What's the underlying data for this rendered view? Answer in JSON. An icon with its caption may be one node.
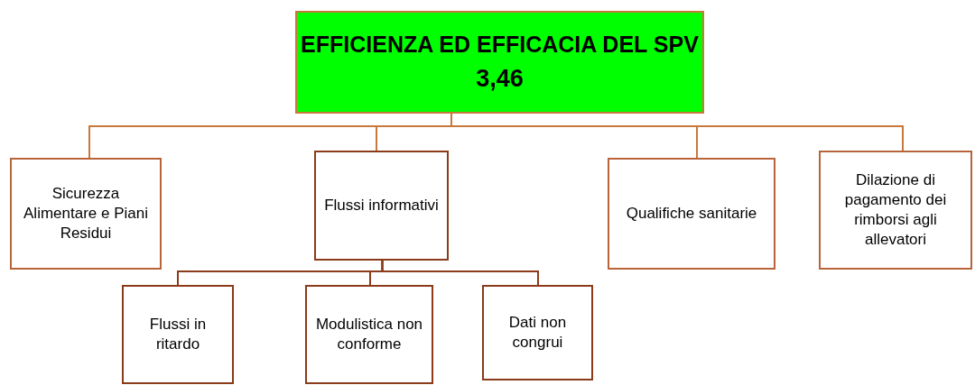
{
  "diagram": {
    "nodes": [
      {
        "text": [
          "EFFICIENZA ED EFFICACIA DEL SPV",
          "3,46"
        ]
      },
      {
        "text": [
          "Sicurezza Alimentare e Piani Residui"
        ]
      },
      {
        "text": [
          "Flussi informativi"
        ]
      },
      {
        "text": [
          "Qualifiche sanitarie"
        ]
      },
      {
        "text": [
          "Dilazione di pagamento dei rimborsi agli allevatori"
        ]
      },
      {
        "text": [
          "Flussi in ritardo"
        ]
      },
      {
        "text": [
          "Modulistica non conforme"
        ]
      },
      {
        "text": [
          "Dati non congrui"
        ]
      }
    ],
    "edges": [
      {
        "from": 0,
        "to": 1,
        "arrow": "none"
      },
      {
        "from": 0,
        "to": 2,
        "arrow": "none"
      },
      {
        "from": 0,
        "to": 3,
        "arrow": "none"
      },
      {
        "from": 0,
        "to": 4,
        "arrow": "none"
      },
      {
        "from": 2,
        "to": 5,
        "arrow": "none",
        "color": "#8b3a1a"
      },
      {
        "from": 2,
        "to": 6,
        "arrow": "none",
        "color": "#8b3a1a"
      },
      {
        "from": 2,
        "to": 7,
        "arrow": "none",
        "color": "#8b3a1a"
      }
    ]
  }
}
